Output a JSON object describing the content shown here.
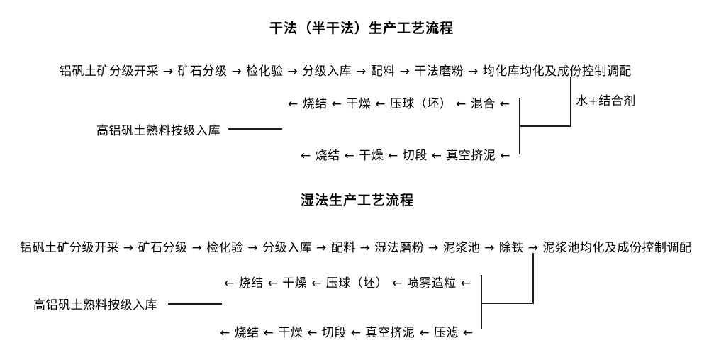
{
  "page": {
    "background_color": "#ffffff",
    "text_color": "#000000",
    "line_color": "#1c1c1c"
  },
  "diagram_dry": {
    "title": "干法（半干法）生产工艺流程",
    "main_flow": {
      "prefix": "",
      "separator": " → ",
      "suffix": "",
      "steps": [
        "铝矾土矿分级开采",
        "矿石分级",
        "检化验",
        "分级入库",
        "配料",
        "干法磨粉",
        "均化库均化及成份控制调配"
      ]
    },
    "additive_label": "水+结合剂",
    "press_flow": {
      "prefix": "← ",
      "separator": " ← ",
      "suffix": " ←",
      "steps": [
        "烧结",
        "干燥",
        "压球（坯）",
        "混合"
      ]
    },
    "storage_label": "高铝矾土熟料按级入库",
    "extrude_flow": {
      "prefix": "← ",
      "separator": " ← ",
      "suffix": " ←",
      "steps": [
        "烧结",
        "干燥",
        "切段",
        "真空挤泥"
      ]
    }
  },
  "diagram_wet": {
    "title": "湿法生产工艺流程",
    "main_flow": {
      "prefix": "",
      "separator": " → ",
      "suffix": "",
      "steps": [
        "铝矾土矿分级开采",
        "矿石分级",
        "检化验",
        "分级入库",
        "配料",
        "湿法磨粉",
        "泥浆池",
        "除铁",
        "泥浆池均化及成份控制调配"
      ]
    },
    "spray_flow": {
      "prefix": "← ",
      "separator": " ← ",
      "suffix": " ←",
      "steps": [
        "烧结",
        "干燥",
        "压球（坯）",
        "喷雾造粒"
      ]
    },
    "storage_label": "高铝矾土熟料按级入库",
    "extrude_flow": {
      "prefix": "← ",
      "separator": " ← ",
      "suffix": " ←",
      "steps": [
        "烧结",
        "干燥",
        "切段",
        "真空挤泥",
        "压滤"
      ]
    }
  }
}
